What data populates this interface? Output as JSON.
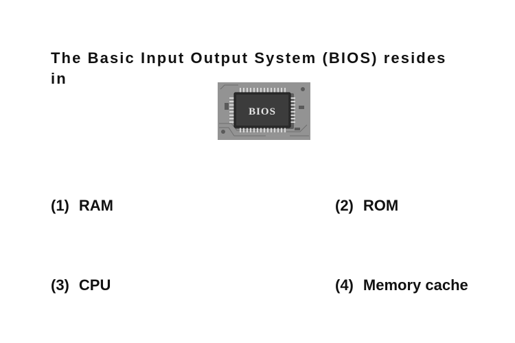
{
  "question": {
    "text": "The Basic Input Output System (BIOS) resides in"
  },
  "figure": {
    "chip_label": "BIOS",
    "icon": "bios-chip-image"
  },
  "options": [
    {
      "number": "(1)",
      "text": "RAM"
    },
    {
      "number": "(2)",
      "text": "ROM"
    },
    {
      "number": "(3)",
      "text": "CPU"
    },
    {
      "number": "(4)",
      "text": "Memory cache"
    }
  ]
}
